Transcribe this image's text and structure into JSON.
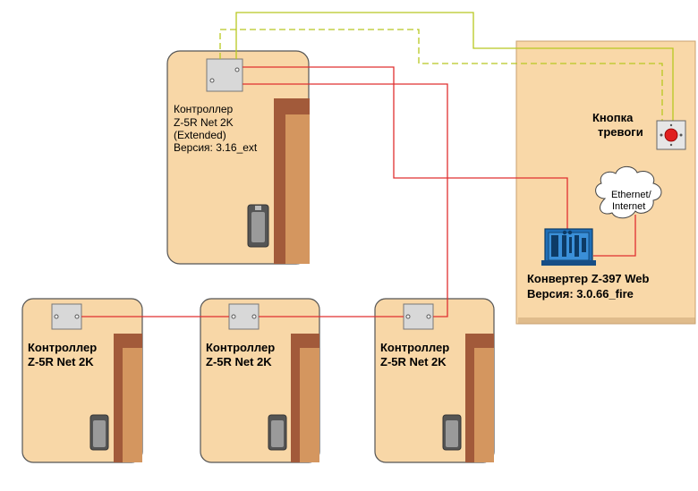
{
  "top_controller": {
    "line1": "Контроллер",
    "line2": "Z-5R Net 2K",
    "line3": "(Extended)",
    "line4": "Версия: 3.16_ext"
  },
  "bottom_controllers": [
    {
      "line1": "Контроллер",
      "line2": "Z-5R Net 2K"
    },
    {
      "line1": "Контроллер",
      "line2": "Z-5R Net 2K"
    },
    {
      "line1": "Контроллер",
      "line2": "Z-5R Net 2K"
    }
  ],
  "alarm_button": {
    "line1": "Кнопка",
    "line2": "тревоги"
  },
  "cloud": {
    "line1": "Ethernet/",
    "line2": "Internet"
  },
  "converter": {
    "line1": "Конвертер Z-397 Web",
    "line2": "Версия: 3.0.66_fire"
  },
  "colors": {
    "controller_bg": "#f8d7a7",
    "panel_bg": "#f9d8a8",
    "door_frame": "#a25a3a",
    "door_leaf": "#d4965f",
    "red_wire": "#e03030",
    "yellow_wire": "#b8c820",
    "converter_blue": "#1f6fb8"
  }
}
